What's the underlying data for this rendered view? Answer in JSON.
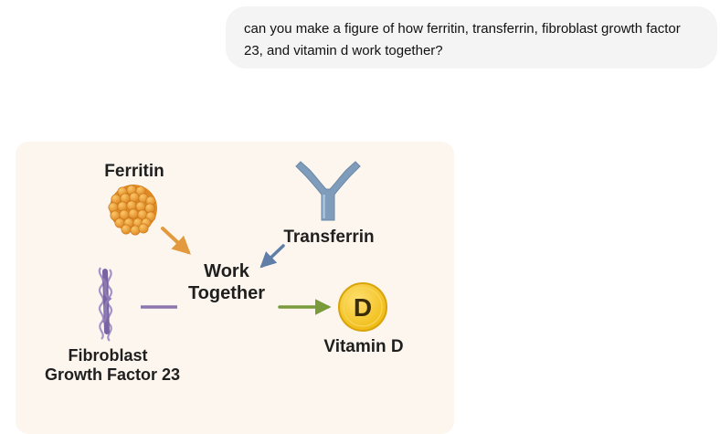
{
  "chat": {
    "user_message": "can you make a figure of how ferritin, transferrin, fibroblast growth factor 23, and vitamin d work together?"
  },
  "figure": {
    "ferritin_label": "Ferritin",
    "transferrin_label": "Transferrin",
    "center_line1": "Work",
    "center_line2": "Together",
    "fgf23_line1": "Fibroblast",
    "fgf23_line2": "Growth Factor 23",
    "vitamin_d_label": "Vitamin D",
    "vitamin_d_letter": "D",
    "colors": {
      "card_background": "#fcf6ee",
      "ferritin_orange": "#e8962e",
      "transferrin_blue": "#7f9dba",
      "fgf23_purple": "#8f7bb3",
      "vitamin_d_gold": "#f2c21f",
      "arrow_orange": "#e39a3f",
      "arrow_blue": "#5f7fa8",
      "arrow_green": "#7a9a3c",
      "line_purple": "#8d76b0"
    }
  }
}
